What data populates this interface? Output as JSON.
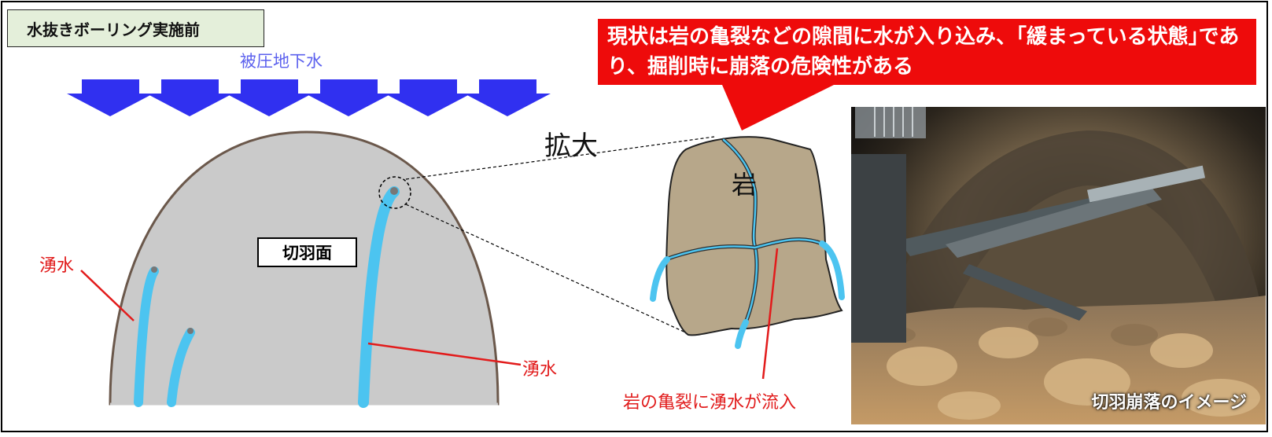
{
  "header": {
    "title": "水抜きボーリング実施前"
  },
  "diagram": {
    "water_pressure_label": "被圧地下水",
    "face_label": "切羽面",
    "spring_water_left": "湧水",
    "spring_water_right": "湧水",
    "zoom_label": "拡大",
    "rock_label": "岩",
    "crack_inflow_label": "岩の亀裂に湧水が流入"
  },
  "callout": {
    "text": "現状は岩の亀裂などの隙間に水が入り込み、｢緩まっている状態｣であり、掘削時に崩落の危険性がある"
  },
  "photo": {
    "caption": "切羽崩落のイメージ"
  },
  "colors": {
    "arrow": "#3030f0",
    "face_fill": "#cacaca",
    "face_outline": "#6b584b",
    "water": "#4cc4f0",
    "callout_bg": "#ee0b0b",
    "rock_fill": "#b7a78a",
    "leader_line": "#e21b1b"
  }
}
